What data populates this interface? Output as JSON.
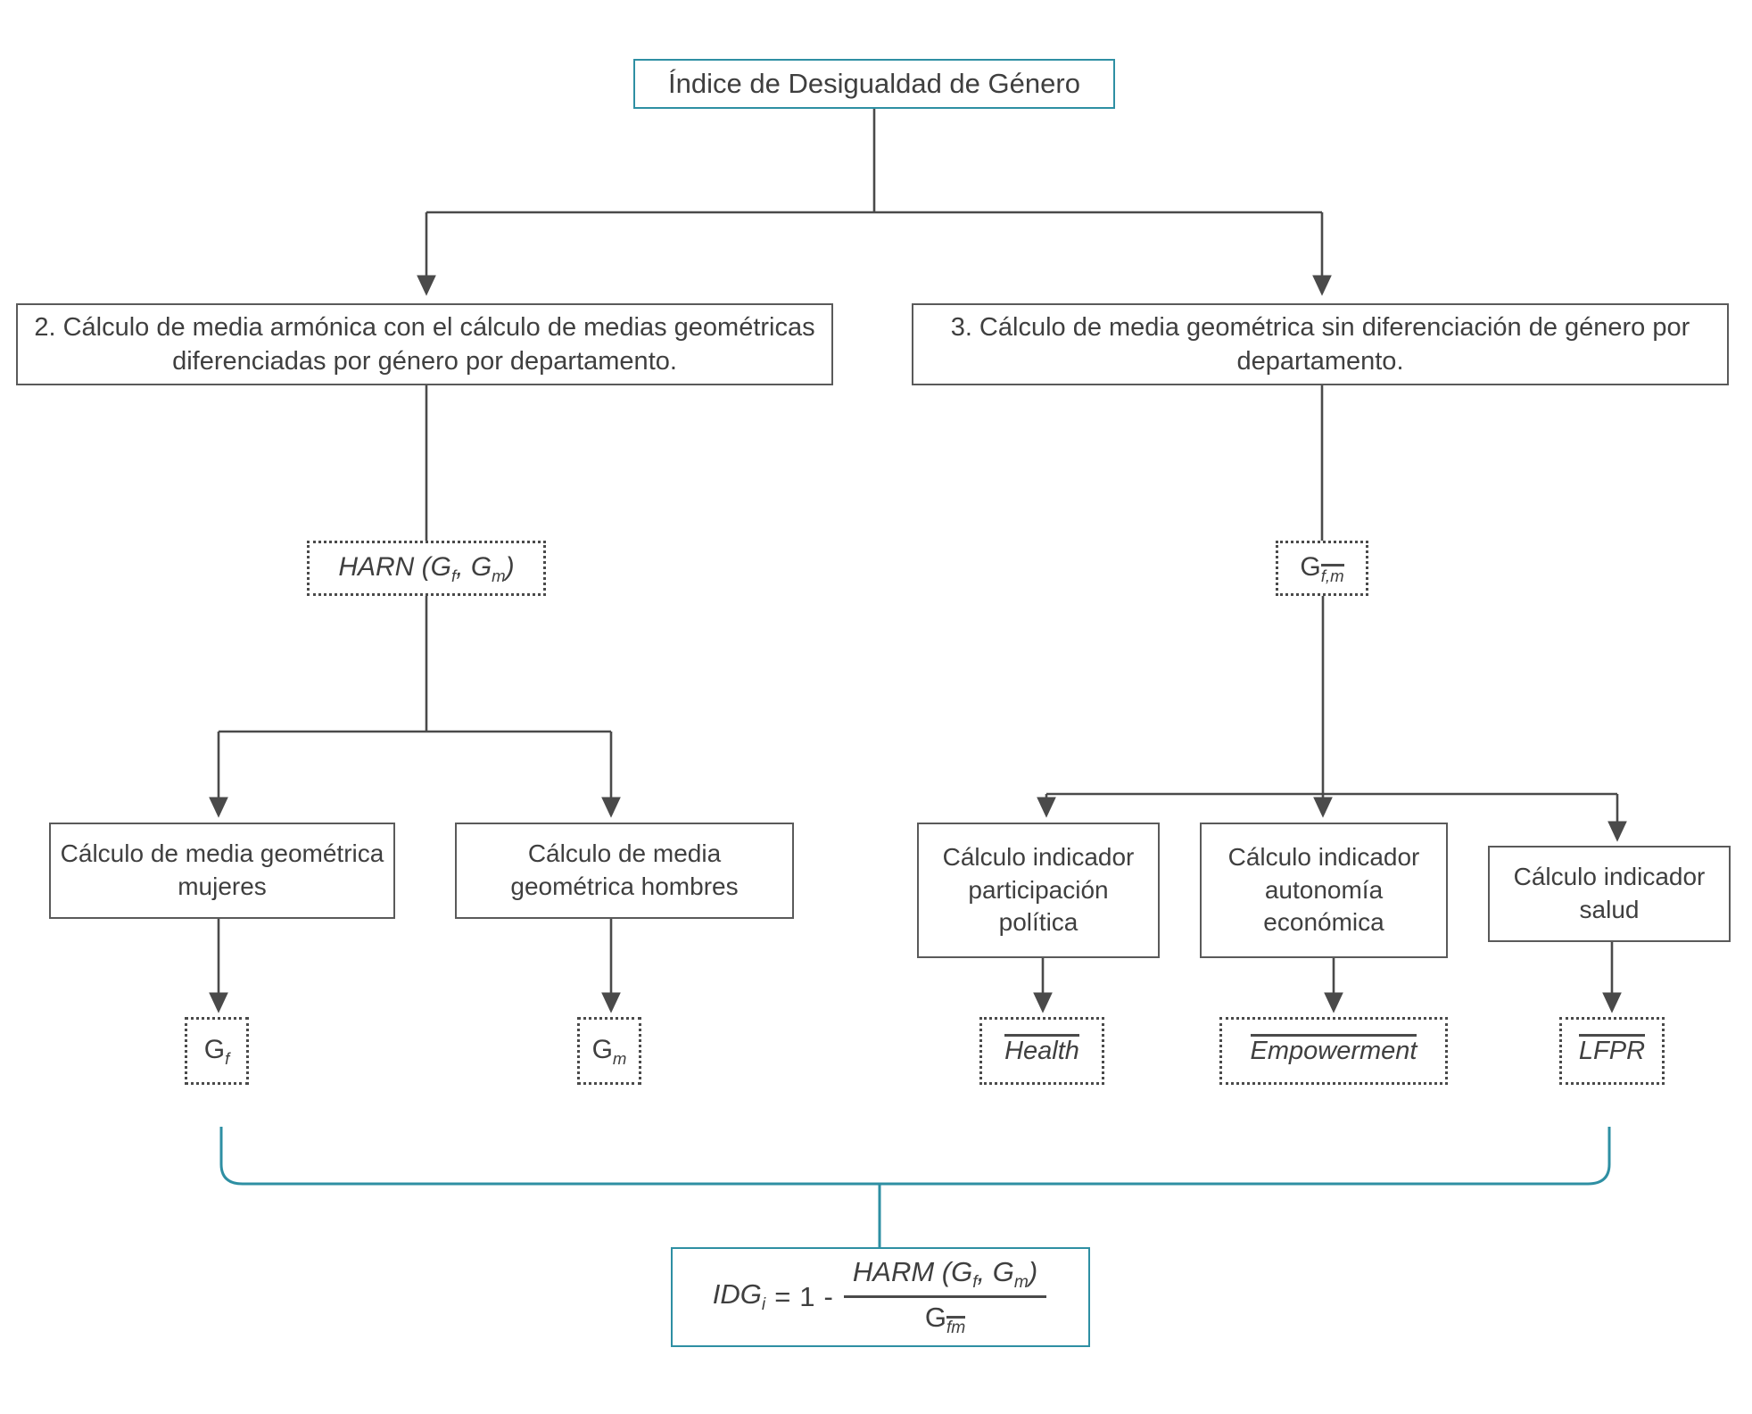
{
  "diagram": {
    "title": "Índice de Desigualdad de Género",
    "colors": {
      "accent_teal": "#2e8fa3",
      "box_gray": "#5a5a5a",
      "text_gray": "#3f3f3f",
      "background": "#ffffff"
    },
    "nodes": {
      "root": {
        "label": "Índice de Desigualdad de Género"
      },
      "step2": {
        "label": "2. Cálculo de media armónica con el cálculo de medias geométricas diferenciadas por género por departamento."
      },
      "step3": {
        "label": "3. Cálculo de media geométrica sin diferenciación de género por departamento."
      },
      "harn_chip": {
        "label": "HARN (Gf , Gm)",
        "base": "HARN (G",
        "sub_1": "f",
        "mid": ", G",
        "sub_2": "m",
        "close": ")"
      },
      "gfm_chip": {
        "label": "Gf,m",
        "base": "G",
        "sub": "f,m",
        "subscript_overline": true
      },
      "calc_women": {
        "label": "Cálculo de media geométrica mujeres"
      },
      "calc_men": {
        "label": "Cálculo de media geométrica hombres"
      },
      "calc_politica": {
        "label": "Cálculo indicador participación política"
      },
      "calc_autonomia": {
        "label": "Cálculo indicador autonomía económica"
      },
      "calc_salud": {
        "label": "Cálculo indicador salud"
      },
      "gf_chip": {
        "base": "G",
        "sub": "f"
      },
      "gm_chip": {
        "base": "G",
        "sub": "m"
      },
      "health_chip": {
        "label": "Health",
        "overline": true
      },
      "empowerment_chip": {
        "label": "Empowerment",
        "overline": true
      },
      "lfpr_chip": {
        "label": "LFPR",
        "overline": true
      },
      "idg_formula": {
        "lhs_base": "IDG",
        "lhs_sub": "i",
        "equals": "=",
        "one": "1",
        "minus": "-",
        "numerator_base": "HARM (G",
        "numerator_sub_1": "f",
        "numerator_mid": ", G",
        "numerator_sub_2": "m",
        "numerator_close": ")",
        "denominator_base": "G",
        "denominator_sub": "fm",
        "full_label": "IDGi = 1 - HARM (Gf , Gm) / Gfm"
      }
    },
    "edges": [
      {
        "from": "root",
        "to": "step2",
        "style": "arrow"
      },
      {
        "from": "root",
        "to": "step3",
        "style": "arrow"
      },
      {
        "from": "step2",
        "to": "harn_chip",
        "style": "line"
      },
      {
        "from": "step3",
        "to": "gfm_chip",
        "style": "line"
      },
      {
        "from": "harn_chip",
        "to": "calc_women",
        "style": "arrow"
      },
      {
        "from": "harn_chip",
        "to": "calc_men",
        "style": "arrow"
      },
      {
        "from": "gfm_chip",
        "to": "calc_politica",
        "style": "arrow"
      },
      {
        "from": "gfm_chip",
        "to": "calc_autonomia",
        "style": "arrow"
      },
      {
        "from": "gfm_chip",
        "to": "calc_salud",
        "style": "arrow"
      },
      {
        "from": "calc_women",
        "to": "gf_chip",
        "style": "arrow"
      },
      {
        "from": "calc_men",
        "to": "gm_chip",
        "style": "arrow"
      },
      {
        "from": "calc_politica",
        "to": "health_chip",
        "style": "arrow"
      },
      {
        "from": "calc_autonomia",
        "to": "empowerment_chip",
        "style": "arrow"
      },
      {
        "from": "calc_salud",
        "to": "lfpr_chip",
        "style": "arrow"
      },
      {
        "from": "gf_chip",
        "to": "idg_formula",
        "style": "teal-curve"
      },
      {
        "from": "lfpr_chip",
        "to": "idg_formula",
        "style": "teal-curve"
      }
    ]
  }
}
